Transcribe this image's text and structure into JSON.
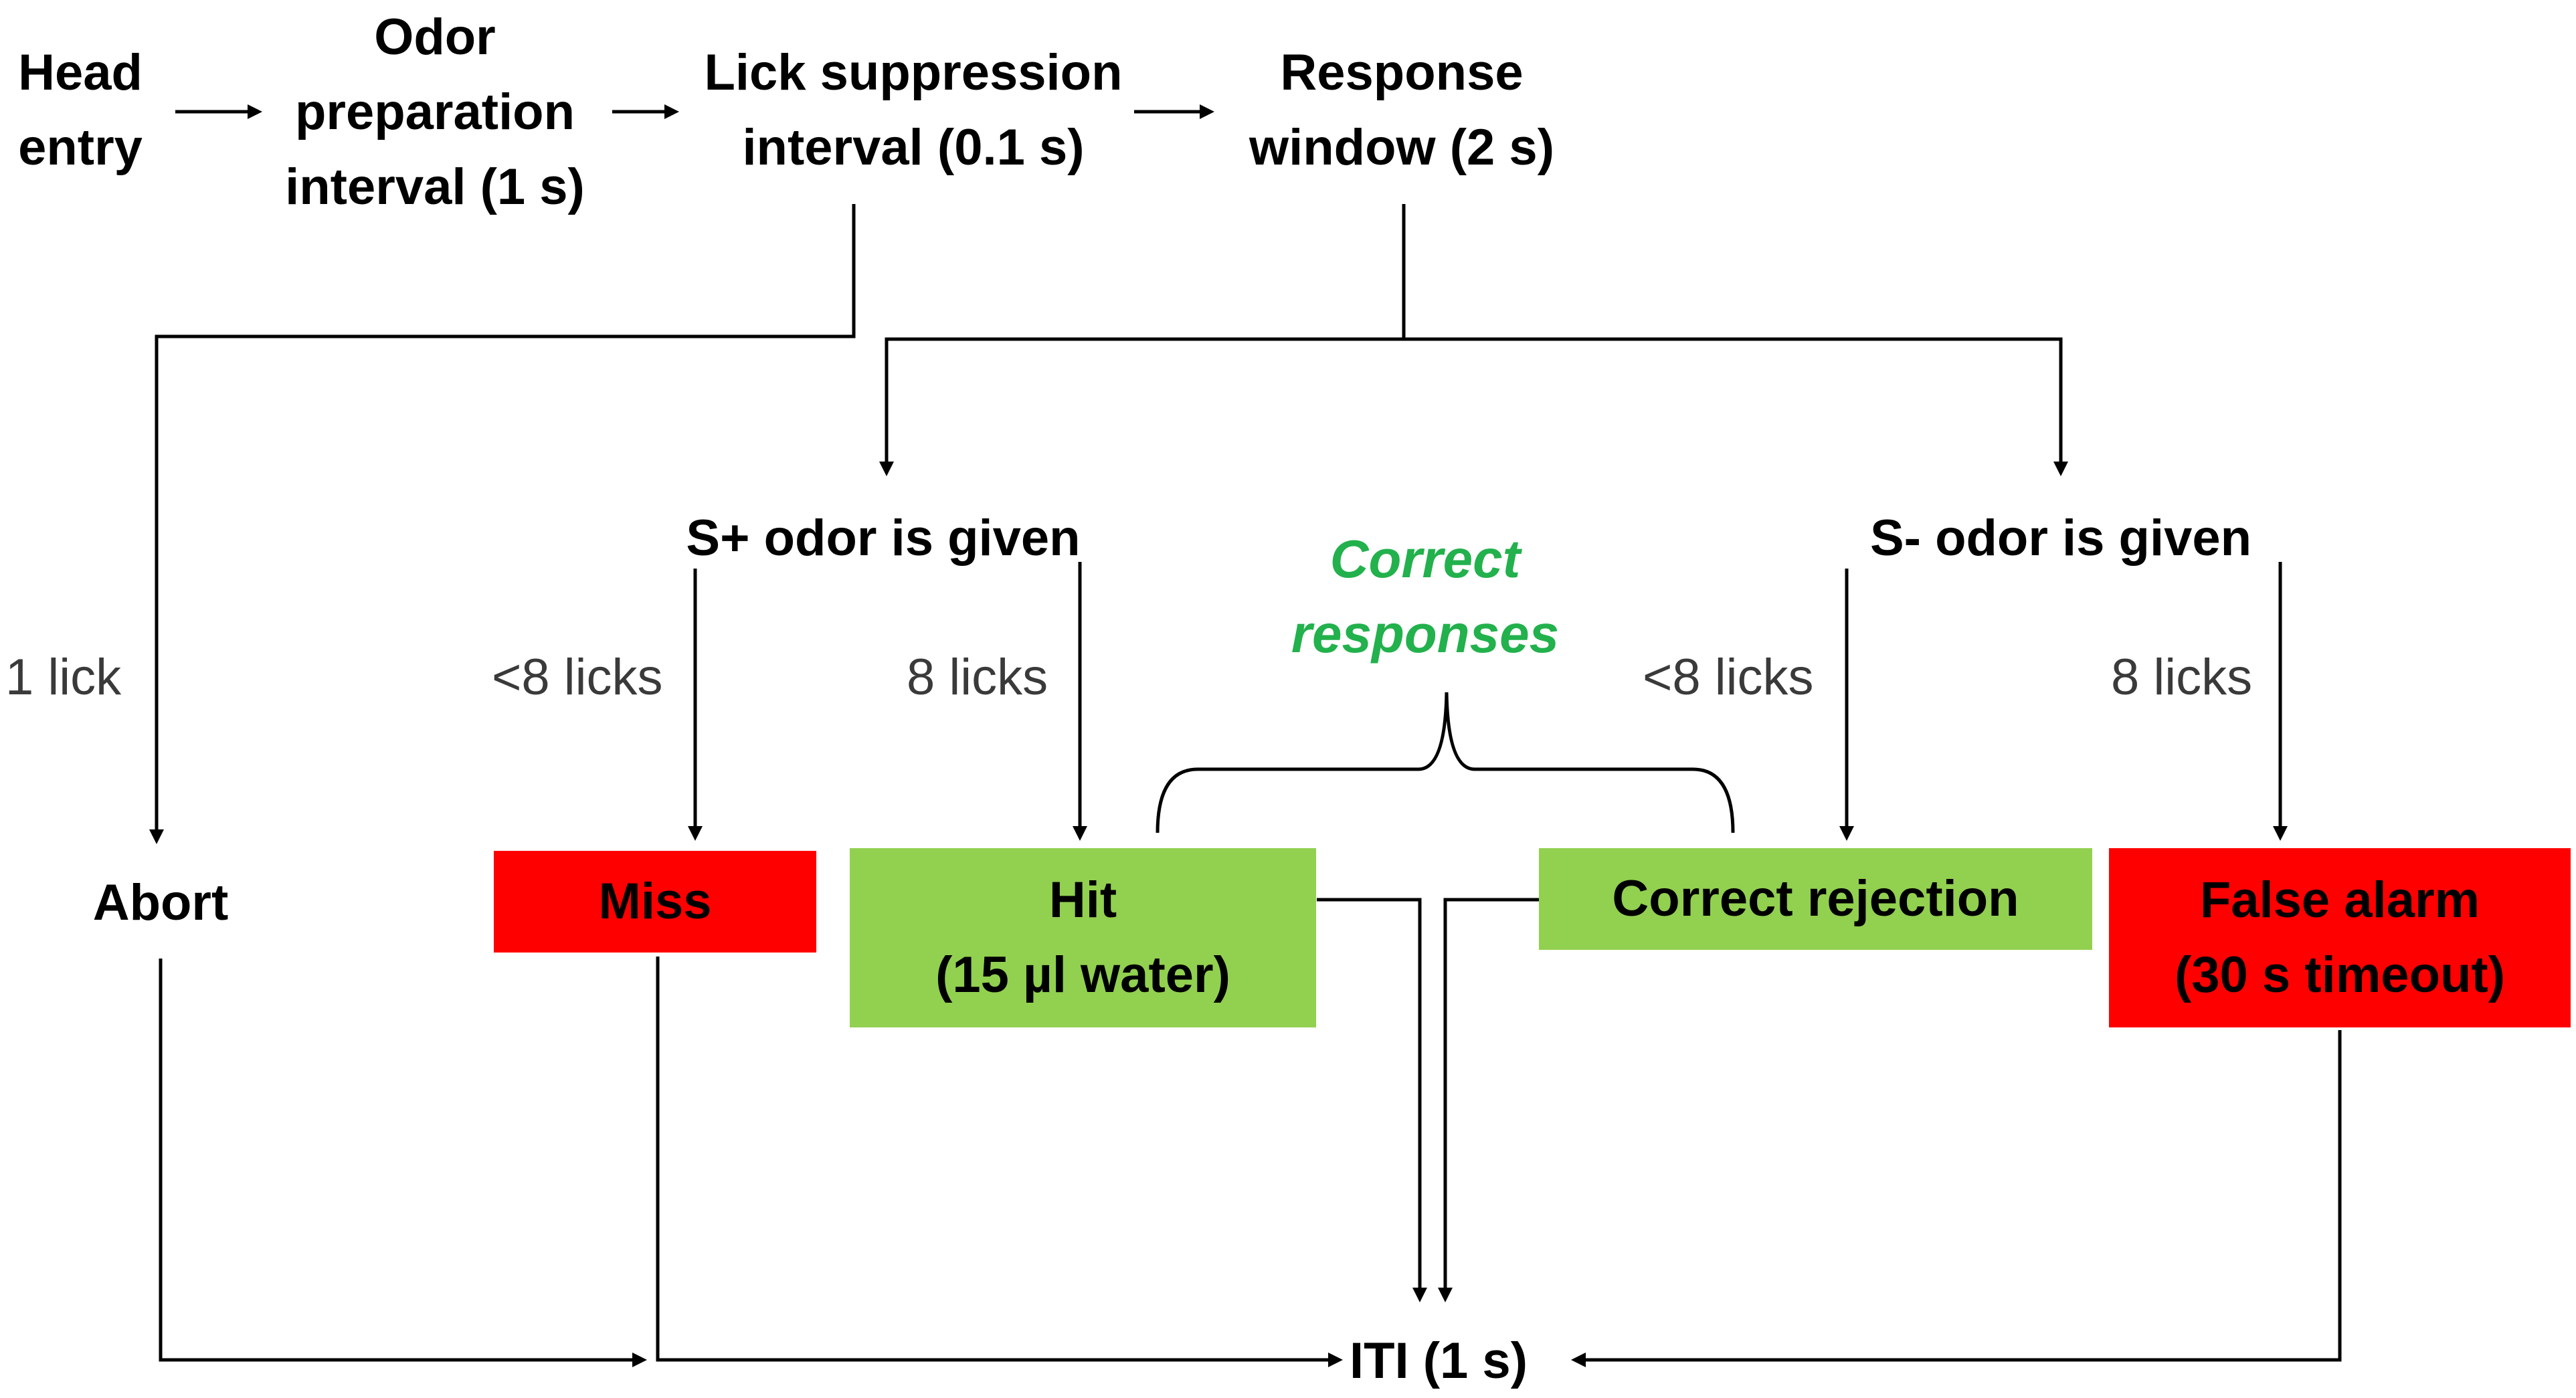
{
  "nodes": {
    "head_entry": "Head\nentry",
    "odor_prep": "Odor\npreparation\ninterval (1 s)",
    "lick_suppression": "Lick suppression\ninterval (0.1 s)",
    "response_window": "Response\nwindow (2 s)",
    "splus_odor": "S+ odor is given",
    "sminus_odor": "S- odor is given",
    "abort": "Abort",
    "miss": "Miss",
    "hit": "Hit\n(15 µl water)",
    "correct_rejection": "Correct rejection",
    "false_alarm": "False alarm\n(30 s timeout)",
    "iti": "ITI (1 s)"
  },
  "edge_labels": {
    "one_lick": "1 lick",
    "splus_less8": "<8 licks",
    "splus_8": "8 licks",
    "sminus_less8": "<8 licks",
    "sminus_8": "8 licks"
  },
  "annotation": {
    "correct_responses": "Correct\nresponses",
    "color": "#22b14c"
  },
  "colors": {
    "error_box": "#ff0000",
    "correct_box": "#92d050"
  }
}
